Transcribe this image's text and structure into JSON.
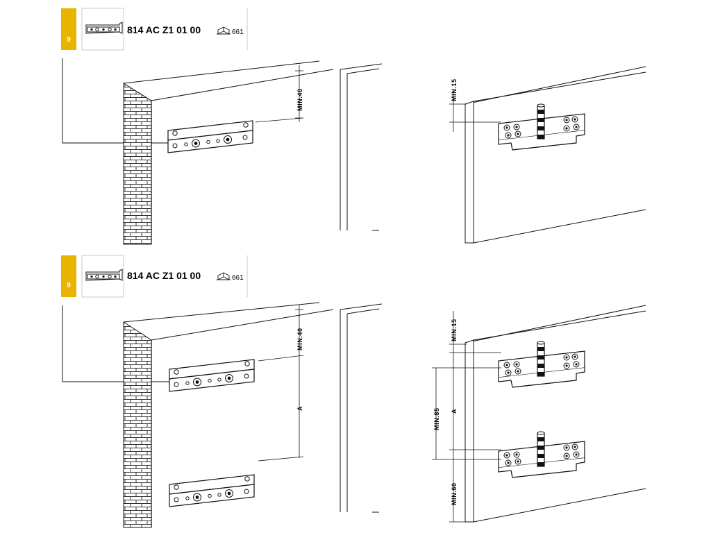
{
  "panels": [
    {
      "step": "9",
      "part_code": "814 AC Z1 01 00",
      "ref_number": "661",
      "wall_dimensions": [
        "MIN.40"
      ],
      "door_dimensions": [
        "MIN.15"
      ]
    },
    {
      "step": "9",
      "part_code": "814 AC Z1 01 00",
      "ref_number": "661",
      "wall_dimensions": [
        "MIN.40",
        "A"
      ],
      "door_dimensions": [
        "MIN.15",
        "MIN.85",
        "A",
        "MIN.60"
      ]
    }
  ],
  "colors": {
    "step_badge": "#e8b400",
    "step_text": "#ffffff",
    "line": "#111111",
    "frame": "#c8c8c8"
  },
  "icons": [
    "hinge-plate-icon",
    "book-reference-icon"
  ]
}
